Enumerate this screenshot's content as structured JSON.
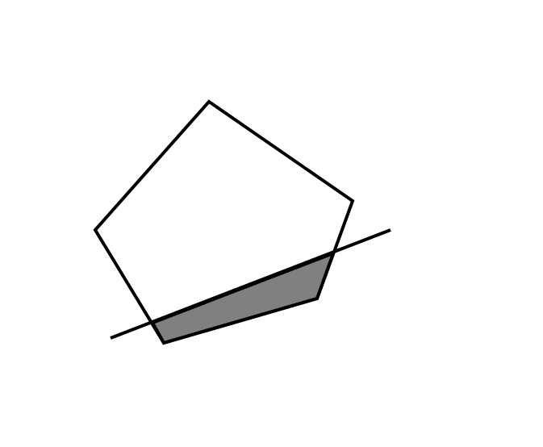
{
  "diagram": {
    "background_color": "#ffffff",
    "stroke_color": "#000000",
    "fill_color": "#808080",
    "shapes": [
      {
        "kind": "pentagon",
        "filled": false
      },
      {
        "kind": "line",
        "filled": false
      },
      {
        "kind": "cut-region",
        "filled": true
      }
    ]
  }
}
